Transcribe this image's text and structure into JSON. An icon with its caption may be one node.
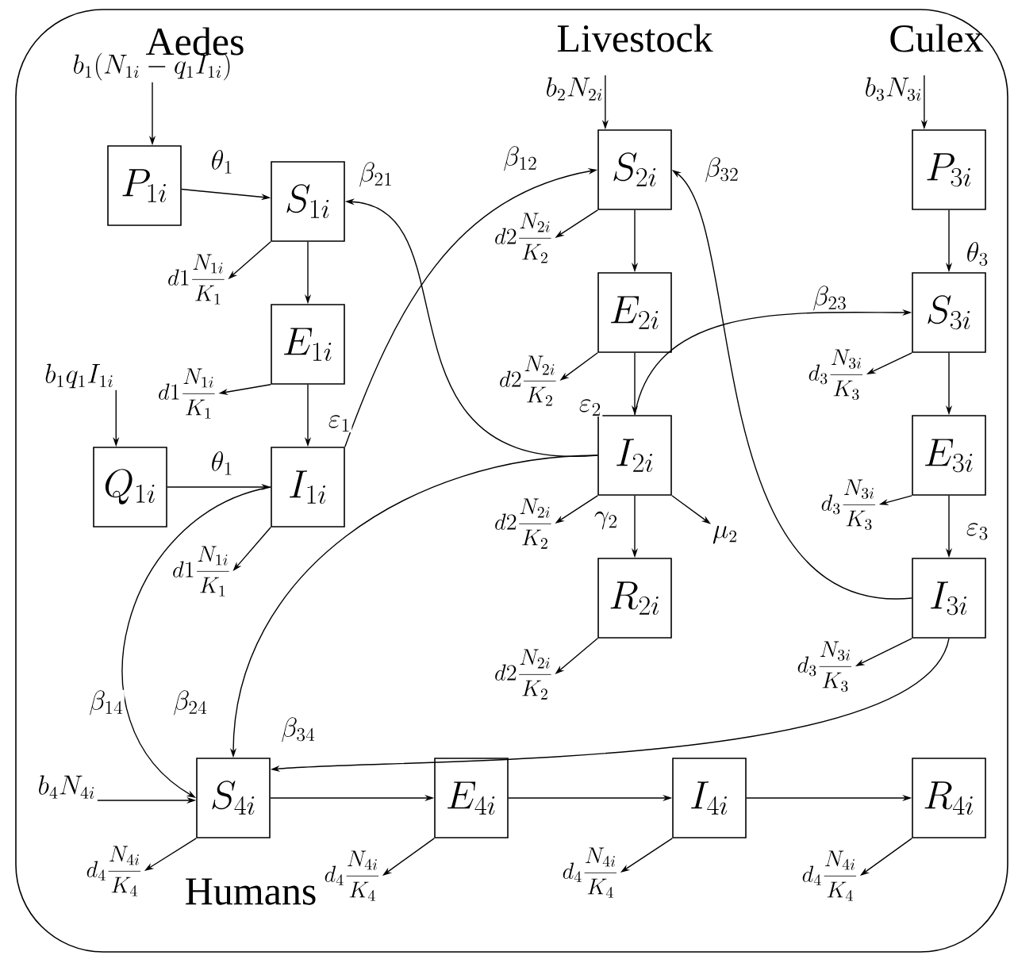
{
  "diagram": {
    "nodes": [
      {
        "text": [
          "P_{1i}"
        ]
      },
      {
        "text": [
          "S_{1i}"
        ]
      },
      {
        "text": [
          "E_{1i}"
        ]
      },
      {
        "text": [
          "Q_{1i}"
        ]
      },
      {
        "text": [
          "I_{1i}"
        ]
      },
      {
        "text": [
          "S_{2i}"
        ]
      },
      {
        "text": [
          "E_{2i}"
        ]
      },
      {
        "text": [
          "I_{2i}"
        ]
      },
      {
        "text": [
          "R_{2i}"
        ]
      },
      {
        "text": [
          "P_{3i}"
        ]
      },
      {
        "text": [
          "S_{3i}"
        ]
      },
      {
        "text": [
          "E_{3i}"
        ]
      },
      {
        "text": [
          "I_{3i}"
        ]
      },
      {
        "text": [
          "S_{4i}"
        ]
      },
      {
        "text": [
          "E_{4i}"
        ]
      },
      {
        "text": [
          "I_{4i}"
        ]
      },
      {
        "text": [
          "R_{4i}"
        ]
      },
      {
        "text": [
          "b_1(N_{1i}-q_1I_{1i})"
        ]
      },
      {
        "text": [
          "b_1q_1I_{1i}"
        ]
      },
      {
        "text": [
          "b_2N_{2i}"
        ]
      },
      {
        "text": [
          "b_3N_{3i}"
        ]
      },
      {
        "text": [
          "b_4N_{4i}"
        ]
      },
      {
        "text": [
          "d1\\frac{N_{1i}}{K_1}"
        ]
      },
      {
        "text": [
          "d1\\frac{N_{1i}}{K_1}"
        ]
      },
      {
        "text": [
          "d1\\frac{N_{1i}}{K_1}"
        ]
      },
      {
        "text": [
          "d2\\frac{N_{2i}}{K_2}"
        ]
      },
      {
        "text": [
          "d2\\frac{N_{2i}}{K_2}"
        ]
      },
      {
        "text": [
          "d2\\frac{N_{2i}}{K_2}"
        ]
      },
      {
        "text": [
          "d2\\frac{N_{2i}}{K_2}"
        ]
      },
      {
        "text": [
          "d_3\\frac{N_{3i}}{K_3}"
        ]
      },
      {
        "text": [
          "d_3\\frac{N_{3i}}{K_3}"
        ]
      },
      {
        "text": [
          "d_3\\frac{N_{3i}}{K_3}"
        ]
      },
      {
        "text": [
          "d_4\\frac{N_{4i}}{K_4}"
        ]
      },
      {
        "text": [
          "d_4\\frac{N_{4i}}{K_4}"
        ]
      },
      {
        "text": [
          "d_4\\frac{N_{4i}}{K_4}"
        ]
      },
      {
        "text": [
          "d_4\\frac{N_{4i}}{K_4}"
        ]
      },
      {
        "text": [
          "\\mu_2"
        ]
      }
    ],
    "edges": [
      {
        "from": 17,
        "to": 0,
        "arrow": "to"
      },
      {
        "from": 0,
        "to": 1,
        "arrow": "to",
        "label": "\\theta_1"
      },
      {
        "from": 1,
        "to": 2,
        "arrow": "to"
      },
      {
        "from": 2,
        "to": 4,
        "arrow": "to",
        "label": "\\varepsilon_1"
      },
      {
        "from": 18,
        "to": 3,
        "arrow": "to"
      },
      {
        "from": 3,
        "to": 4,
        "arrow": "to",
        "label": "\\theta_1"
      },
      {
        "from": 1,
        "to": 22,
        "arrow": "to"
      },
      {
        "from": 2,
        "to": 23,
        "arrow": "to"
      },
      {
        "from": 4,
        "to": 24,
        "arrow": "to"
      },
      {
        "from": 19,
        "to": 5,
        "arrow": "to"
      },
      {
        "from": 5,
        "to": 6,
        "arrow": "to"
      },
      {
        "from": 6,
        "to": 7,
        "arrow": "to",
        "label": "\\varepsilon_2"
      },
      {
        "from": 7,
        "to": 8,
        "arrow": "to",
        "label": "\\gamma_2"
      },
      {
        "from": 7,
        "to": 36,
        "arrow": "to"
      },
      {
        "from": 5,
        "to": 25,
        "arrow": "to"
      },
      {
        "from": 6,
        "to": 26,
        "arrow": "to"
      },
      {
        "from": 7,
        "to": 27,
        "arrow": "to"
      },
      {
        "from": 8,
        "to": 28,
        "arrow": "to"
      },
      {
        "from": 20,
        "to": 9,
        "arrow": "to"
      },
      {
        "from": 9,
        "to": 10,
        "arrow": "to",
        "label": "\\theta_3"
      },
      {
        "from": 10,
        "to": 11,
        "arrow": "to"
      },
      {
        "from": 11,
        "to": 12,
        "arrow": "to",
        "label": "\\varepsilon_3"
      },
      {
        "from": 10,
        "to": 29,
        "arrow": "to"
      },
      {
        "from": 11,
        "to": 30,
        "arrow": "to"
      },
      {
        "from": 12,
        "to": 31,
        "arrow": "to"
      },
      {
        "from": 21,
        "to": 13,
        "arrow": "to"
      },
      {
        "from": 13,
        "to": 14,
        "arrow": "to"
      },
      {
        "from": 14,
        "to": 15,
        "arrow": "to"
      },
      {
        "from": 15,
        "to": 16,
        "arrow": "to"
      },
      {
        "from": 13,
        "to": 32,
        "arrow": "to"
      },
      {
        "from": 14,
        "to": 33,
        "arrow": "to"
      },
      {
        "from": 15,
        "to": 34,
        "arrow": "to"
      },
      {
        "from": 16,
        "to": 35,
        "arrow": "to"
      },
      {
        "from": 7,
        "to": 1,
        "arrow": "to",
        "label": "\\beta_{21}"
      },
      {
        "from": 4,
        "to": 5,
        "arrow": "to",
        "label": "\\beta_{12}"
      },
      {
        "from": 12,
        "to": 5,
        "arrow": "to",
        "label": "\\beta_{32}"
      },
      {
        "from": 7,
        "to": 10,
        "arrow": "to",
        "label": "\\beta_{23}"
      },
      {
        "from": 4,
        "to": 13,
        "arrow": "to",
        "label": "\\beta_{14}"
      },
      {
        "from": 7,
        "to": 13,
        "arrow": "to",
        "label": "\\beta_{24}"
      },
      {
        "from": 12,
        "to": 13,
        "arrow": "to",
        "label": "\\beta_{34}"
      }
    ],
    "labels": [
      "Aedes",
      "Livestock",
      "Culex",
      "Humans"
    ]
  }
}
